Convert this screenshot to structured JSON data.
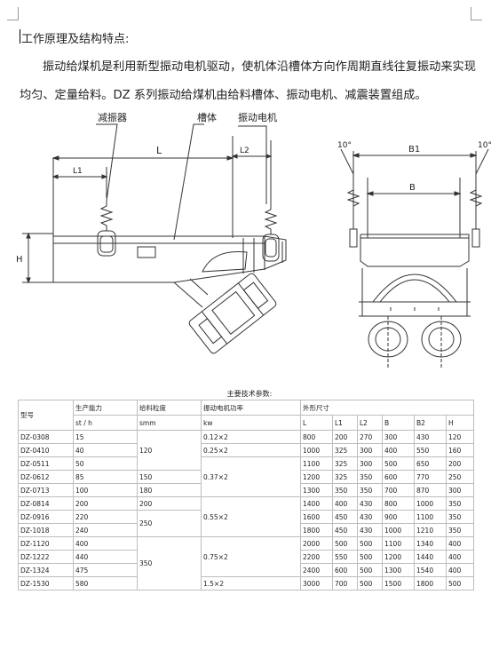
{
  "doc": {
    "heading": "工作原理及结构特点:",
    "paragraph_line1": "振动给煤机是利用新型振动电机驱动，使机体沿槽体方向作周期直线往复振动来实现",
    "paragraph_line2": "均匀、定量给料。DZ 系列振动给煤机由给料槽体、振动电机、减震装置组成。"
  },
  "diagram": {
    "label_damper": "减振器",
    "label_trough": "槽体",
    "label_motor": "振动电机",
    "dim_L": "L",
    "dim_L1": "L1",
    "dim_L2": "L2",
    "dim_H": "H",
    "dim_B": "B",
    "dim_B1": "B1",
    "angle_left": "10°",
    "angle_right": "10°"
  },
  "table": {
    "title": "主要技术参数:",
    "headers": {
      "model": "型号",
      "capacity": "生产能力",
      "capacity_unit": "st / h",
      "granularity": "给料粒度",
      "granularity_unit": "smm",
      "power": "振动电机功率",
      "power_unit": "kw",
      "dims": "外形尺寸",
      "L": "L",
      "L1": "L1",
      "L2": "L2",
      "B": "B",
      "B2": "B2",
      "H": "H"
    },
    "rows": [
      {
        "model": "DZ-0308",
        "cap": "15",
        "L": "800",
        "L1": "200",
        "L2": "270",
        "B": "300",
        "B2": "430",
        "H": "120"
      },
      {
        "model": "DZ-0410",
        "cap": "40",
        "L": "1000",
        "L1": "325",
        "L2": "300",
        "B": "400",
        "B2": "550",
        "H": "160"
      },
      {
        "model": "DZ-0511",
        "cap": "50",
        "L": "1100",
        "L1": "325",
        "L2": "300",
        "B": "500",
        "B2": "650",
        "H": "200"
      },
      {
        "model": "DZ-0612",
        "cap": "85",
        "L": "1200",
        "L1": "325",
        "L2": "350",
        "B": "600",
        "B2": "770",
        "H": "250"
      },
      {
        "model": "DZ-0713",
        "cap": "100",
        "L": "1300",
        "L1": "350",
        "L2": "350",
        "B": "700",
        "B2": "870",
        "H": "300"
      },
      {
        "model": "DZ-0814",
        "cap": "200",
        "L": "1400",
        "L1": "400",
        "L2": "430",
        "B": "800",
        "B2": "1000",
        "H": "350"
      },
      {
        "model": "DZ-0916",
        "cap": "220",
        "L": "1600",
        "L1": "450",
        "L2": "430",
        "B": "900",
        "B2": "1100",
        "H": "350"
      },
      {
        "model": "DZ-1018",
        "cap": "240",
        "L": "1800",
        "L1": "450",
        "L2": "430",
        "B": "1000",
        "B2": "1210",
        "H": "350"
      },
      {
        "model": "DZ-1120",
        "cap": "400",
        "L": "2000",
        "L1": "500",
        "L2": "500",
        "B": "1100",
        "B2": "1340",
        "H": "400"
      },
      {
        "model": "DZ-1222",
        "cap": "440",
        "L": "2200",
        "L1": "550",
        "L2": "500",
        "B": "1200",
        "B2": "1440",
        "H": "400"
      },
      {
        "model": "DZ-1324",
        "cap": "475",
        "L": "2400",
        "L1": "600",
        "L2": "500",
        "B": "1300",
        "B2": "1540",
        "H": "400"
      },
      {
        "model": "DZ-1530",
        "cap": "580",
        "L": "3000",
        "L1": "700",
        "L2": "500",
        "B": "1500",
        "B2": "1800",
        "H": "500"
      }
    ],
    "merged": {
      "gran_120": "120",
      "gran_150": "150",
      "gran_180": "180",
      "gran_200": "200",
      "gran_250": "250",
      "gran_350": "350",
      "pw_012": "0.12×2",
      "pw_025": "0.25×2",
      "pw_037": "0.37×2",
      "pw_055": "0.55×2",
      "pw_075": "0.75×2",
      "pw_15": "1.5×2"
    }
  }
}
